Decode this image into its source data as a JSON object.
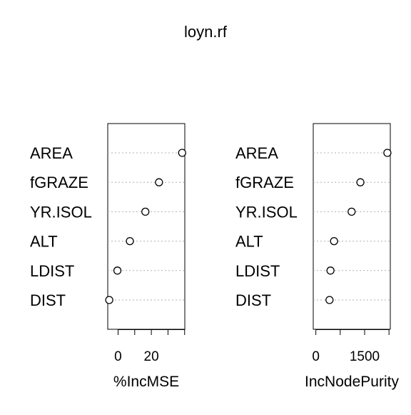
{
  "title": "loyn.rf",
  "chart_data": [
    {
      "type": "scatter",
      "subtype": "dotchart",
      "xlabel": "%IncMSE",
      "categories": [
        "AREA",
        "fGRAZE",
        "YR.ISOL",
        "ALT",
        "LDIST",
        "DIST"
      ],
      "values": [
        38.5,
        24.6,
        16.4,
        7.1,
        -0.4,
        -5.3
      ],
      "xticks": [
        0,
        20
      ],
      "xlim": [
        -6.2,
        40.1
      ],
      "grid": "dotted horizontal lines",
      "marker": "open circle"
    },
    {
      "type": "scatter",
      "subtype": "dotchart",
      "xlabel": "IncNodePurity",
      "categories": [
        "AREA",
        "fGRAZE",
        "YR.ISOL",
        "ALT",
        "LDIST",
        "DIST"
      ],
      "values": [
        2200,
        1370,
        1100,
        560,
        450,
        420
      ],
      "xticks": [
        0,
        1500
      ],
      "xlim": [
        -80,
        2290
      ],
      "grid": "dotted horizontal lines",
      "marker": "open circle"
    }
  ]
}
